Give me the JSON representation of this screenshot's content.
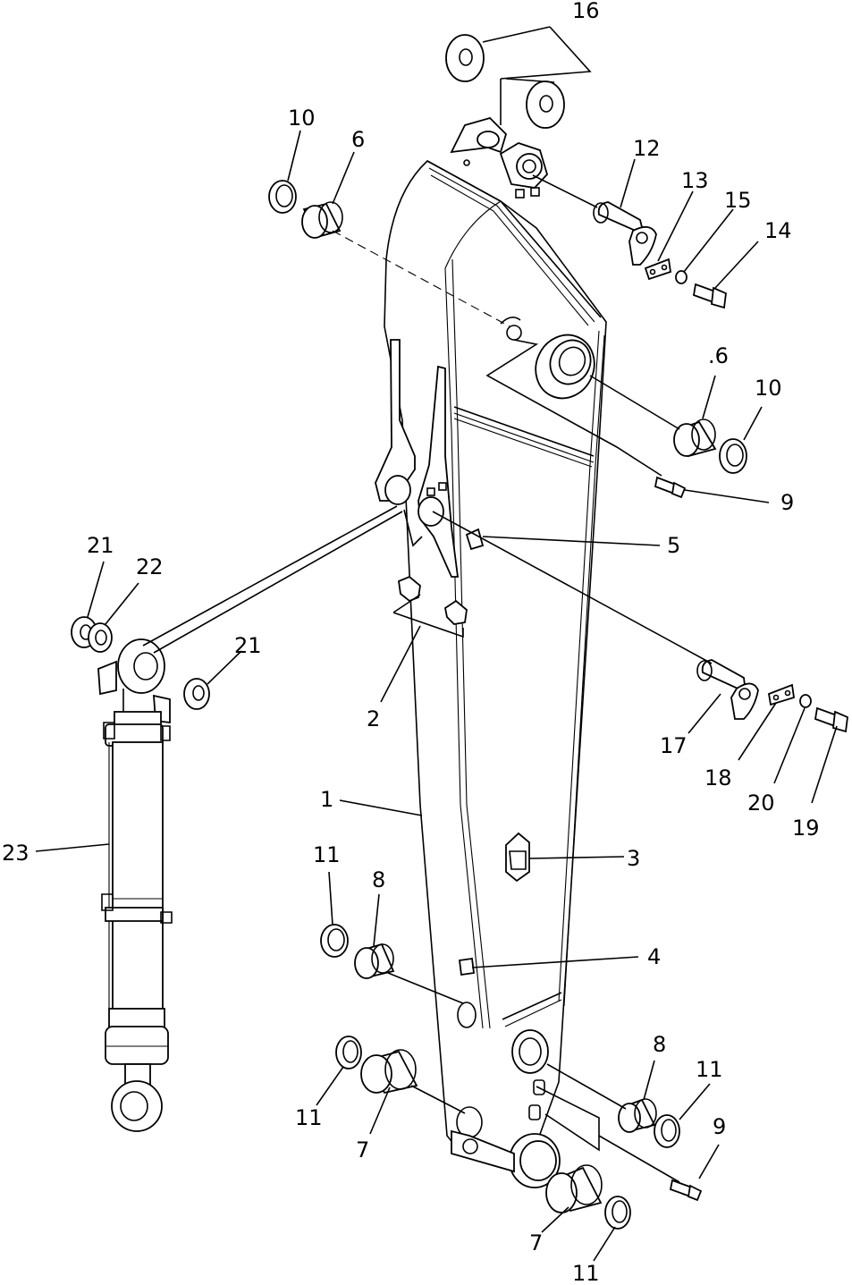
{
  "callouts": [
    {
      "key": "p16",
      "text": "16"
    },
    {
      "key": "p10a",
      "text": "10"
    },
    {
      "key": "p6a",
      "text": "6"
    },
    {
      "key": "p12",
      "text": "12"
    },
    {
      "key": "p13",
      "text": "13"
    },
    {
      "key": "p15",
      "text": "15"
    },
    {
      "key": "p14",
      "text": "14"
    },
    {
      "key": "p6b",
      "text": ".6"
    },
    {
      "key": "p10b",
      "text": "10"
    },
    {
      "key": "p9a",
      "text": "9"
    },
    {
      "key": "p5",
      "text": "5"
    },
    {
      "key": "p21a",
      "text": "21"
    },
    {
      "key": "p22",
      "text": "22"
    },
    {
      "key": "p21b",
      "text": "21"
    },
    {
      "key": "p2",
      "text": "2"
    },
    {
      "key": "p17",
      "text": "17"
    },
    {
      "key": "p18",
      "text": "18"
    },
    {
      "key": "p20",
      "text": "20"
    },
    {
      "key": "p19",
      "text": "19"
    },
    {
      "key": "p1",
      "text": "1"
    },
    {
      "key": "p23",
      "text": "23"
    },
    {
      "key": "p11a",
      "text": "11"
    },
    {
      "key": "p8a",
      "text": "8"
    },
    {
      "key": "p3",
      "text": "3"
    },
    {
      "key": "p4",
      "text": "4"
    },
    {
      "key": "p8b",
      "text": "8"
    },
    {
      "key": "p11b",
      "text": "11"
    },
    {
      "key": "p11c",
      "text": "11"
    },
    {
      "key": "p7a",
      "text": "7"
    },
    {
      "key": "p9b",
      "text": "9"
    },
    {
      "key": "p7b",
      "text": "7"
    },
    {
      "key": "p11d",
      "text": "11"
    }
  ]
}
